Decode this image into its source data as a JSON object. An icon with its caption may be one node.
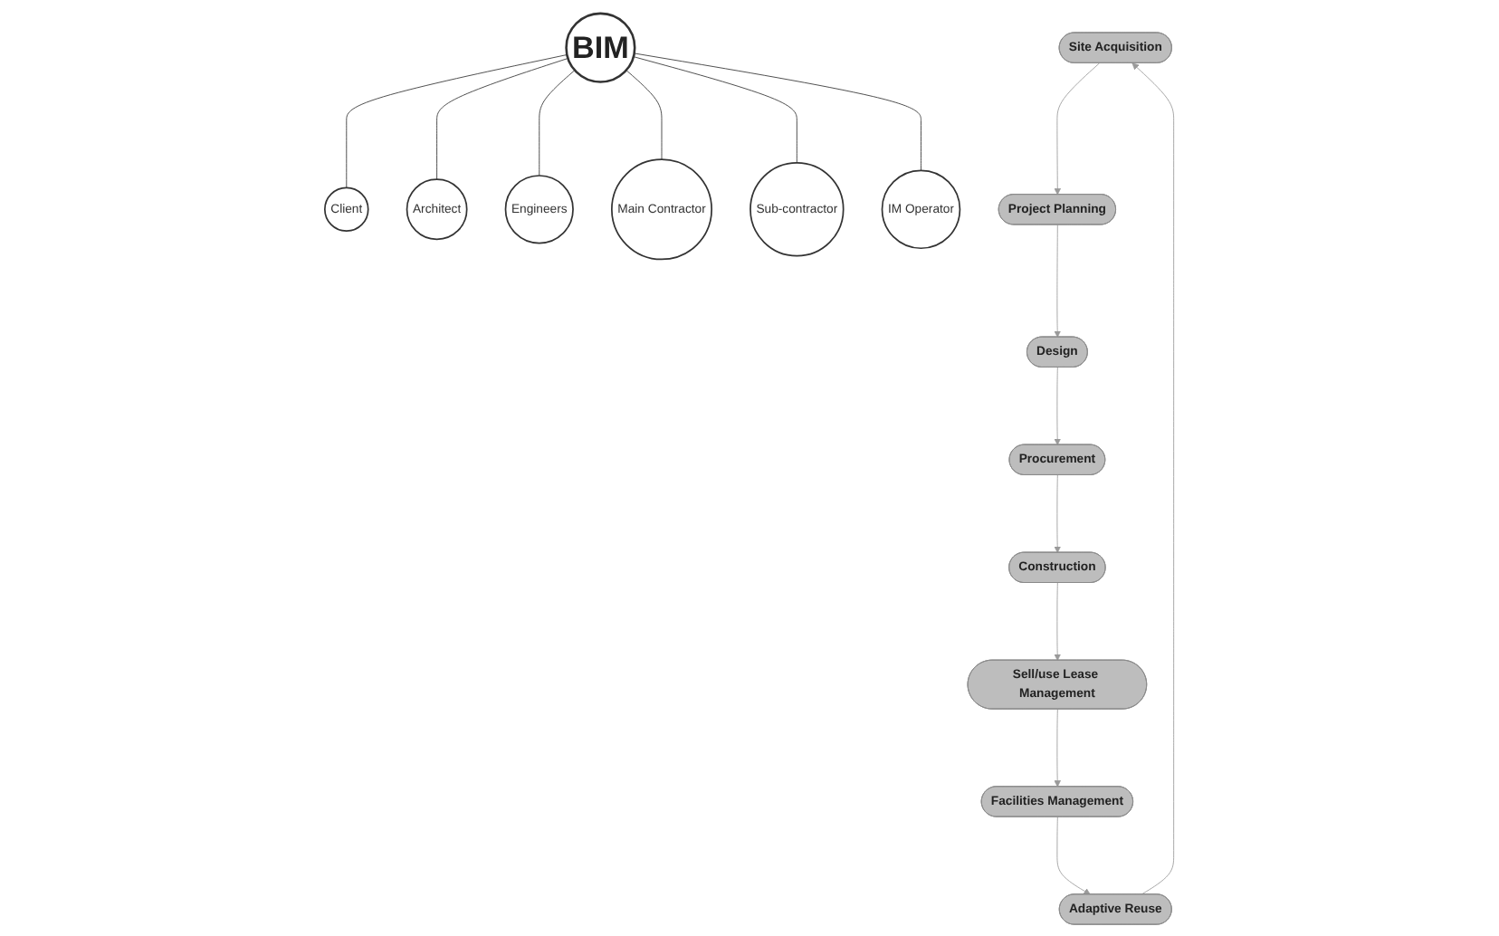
{
  "diagram": {
    "nodes": [
      {
        "text": [
          "BIM"
        ]
      },
      {
        "text": [
          "Client"
        ]
      },
      {
        "text": [
          "Architect"
        ]
      },
      {
        "text": [
          "Engineers"
        ]
      },
      {
        "text": [
          "Main Contractor"
        ]
      },
      {
        "text": [
          "Sub-contractor"
        ]
      },
      {
        "text": [
          "IM Operator"
        ]
      },
      {
        "text": [
          "Site Acquisition"
        ]
      },
      {
        "text": [
          "Project Planning"
        ]
      },
      {
        "text": [
          "Design"
        ]
      },
      {
        "text": [
          "Procurement"
        ]
      },
      {
        "text": [
          "Construction"
        ]
      },
      {
        "text": [
          "Sell/use Lease Management"
        ]
      },
      {
        "text": [
          "Facilities Management"
        ]
      },
      {
        "text": [
          "Adaptive Reuse"
        ]
      }
    ],
    "edges": [
      {
        "from": 0,
        "to": 1,
        "arrow": "none",
        "color": "#333333"
      },
      {
        "from": 0,
        "to": 2,
        "arrow": "none",
        "color": "#333333"
      },
      {
        "from": 0,
        "to": 3,
        "arrow": "none",
        "color": "#333333"
      },
      {
        "from": 0,
        "to": 4,
        "arrow": "none",
        "color": "#333333"
      },
      {
        "from": 0,
        "to": 5,
        "arrow": "none",
        "color": "#333333"
      },
      {
        "from": 0,
        "to": 6,
        "arrow": "none",
        "color": "#333333"
      },
      {
        "from": 7,
        "to": 8,
        "arrow": "to"
      },
      {
        "from": 8,
        "to": 9,
        "arrow": "to"
      },
      {
        "from": 9,
        "to": 10,
        "arrow": "to"
      },
      {
        "from": 10,
        "to": 11,
        "arrow": "to"
      },
      {
        "from": 11,
        "to": 12,
        "arrow": "to"
      },
      {
        "from": 12,
        "to": 13,
        "arrow": "to"
      },
      {
        "from": 13,
        "to": 14,
        "arrow": "to"
      },
      {
        "from": 14,
        "to": 7,
        "arrow": "to"
      }
    ]
  }
}
